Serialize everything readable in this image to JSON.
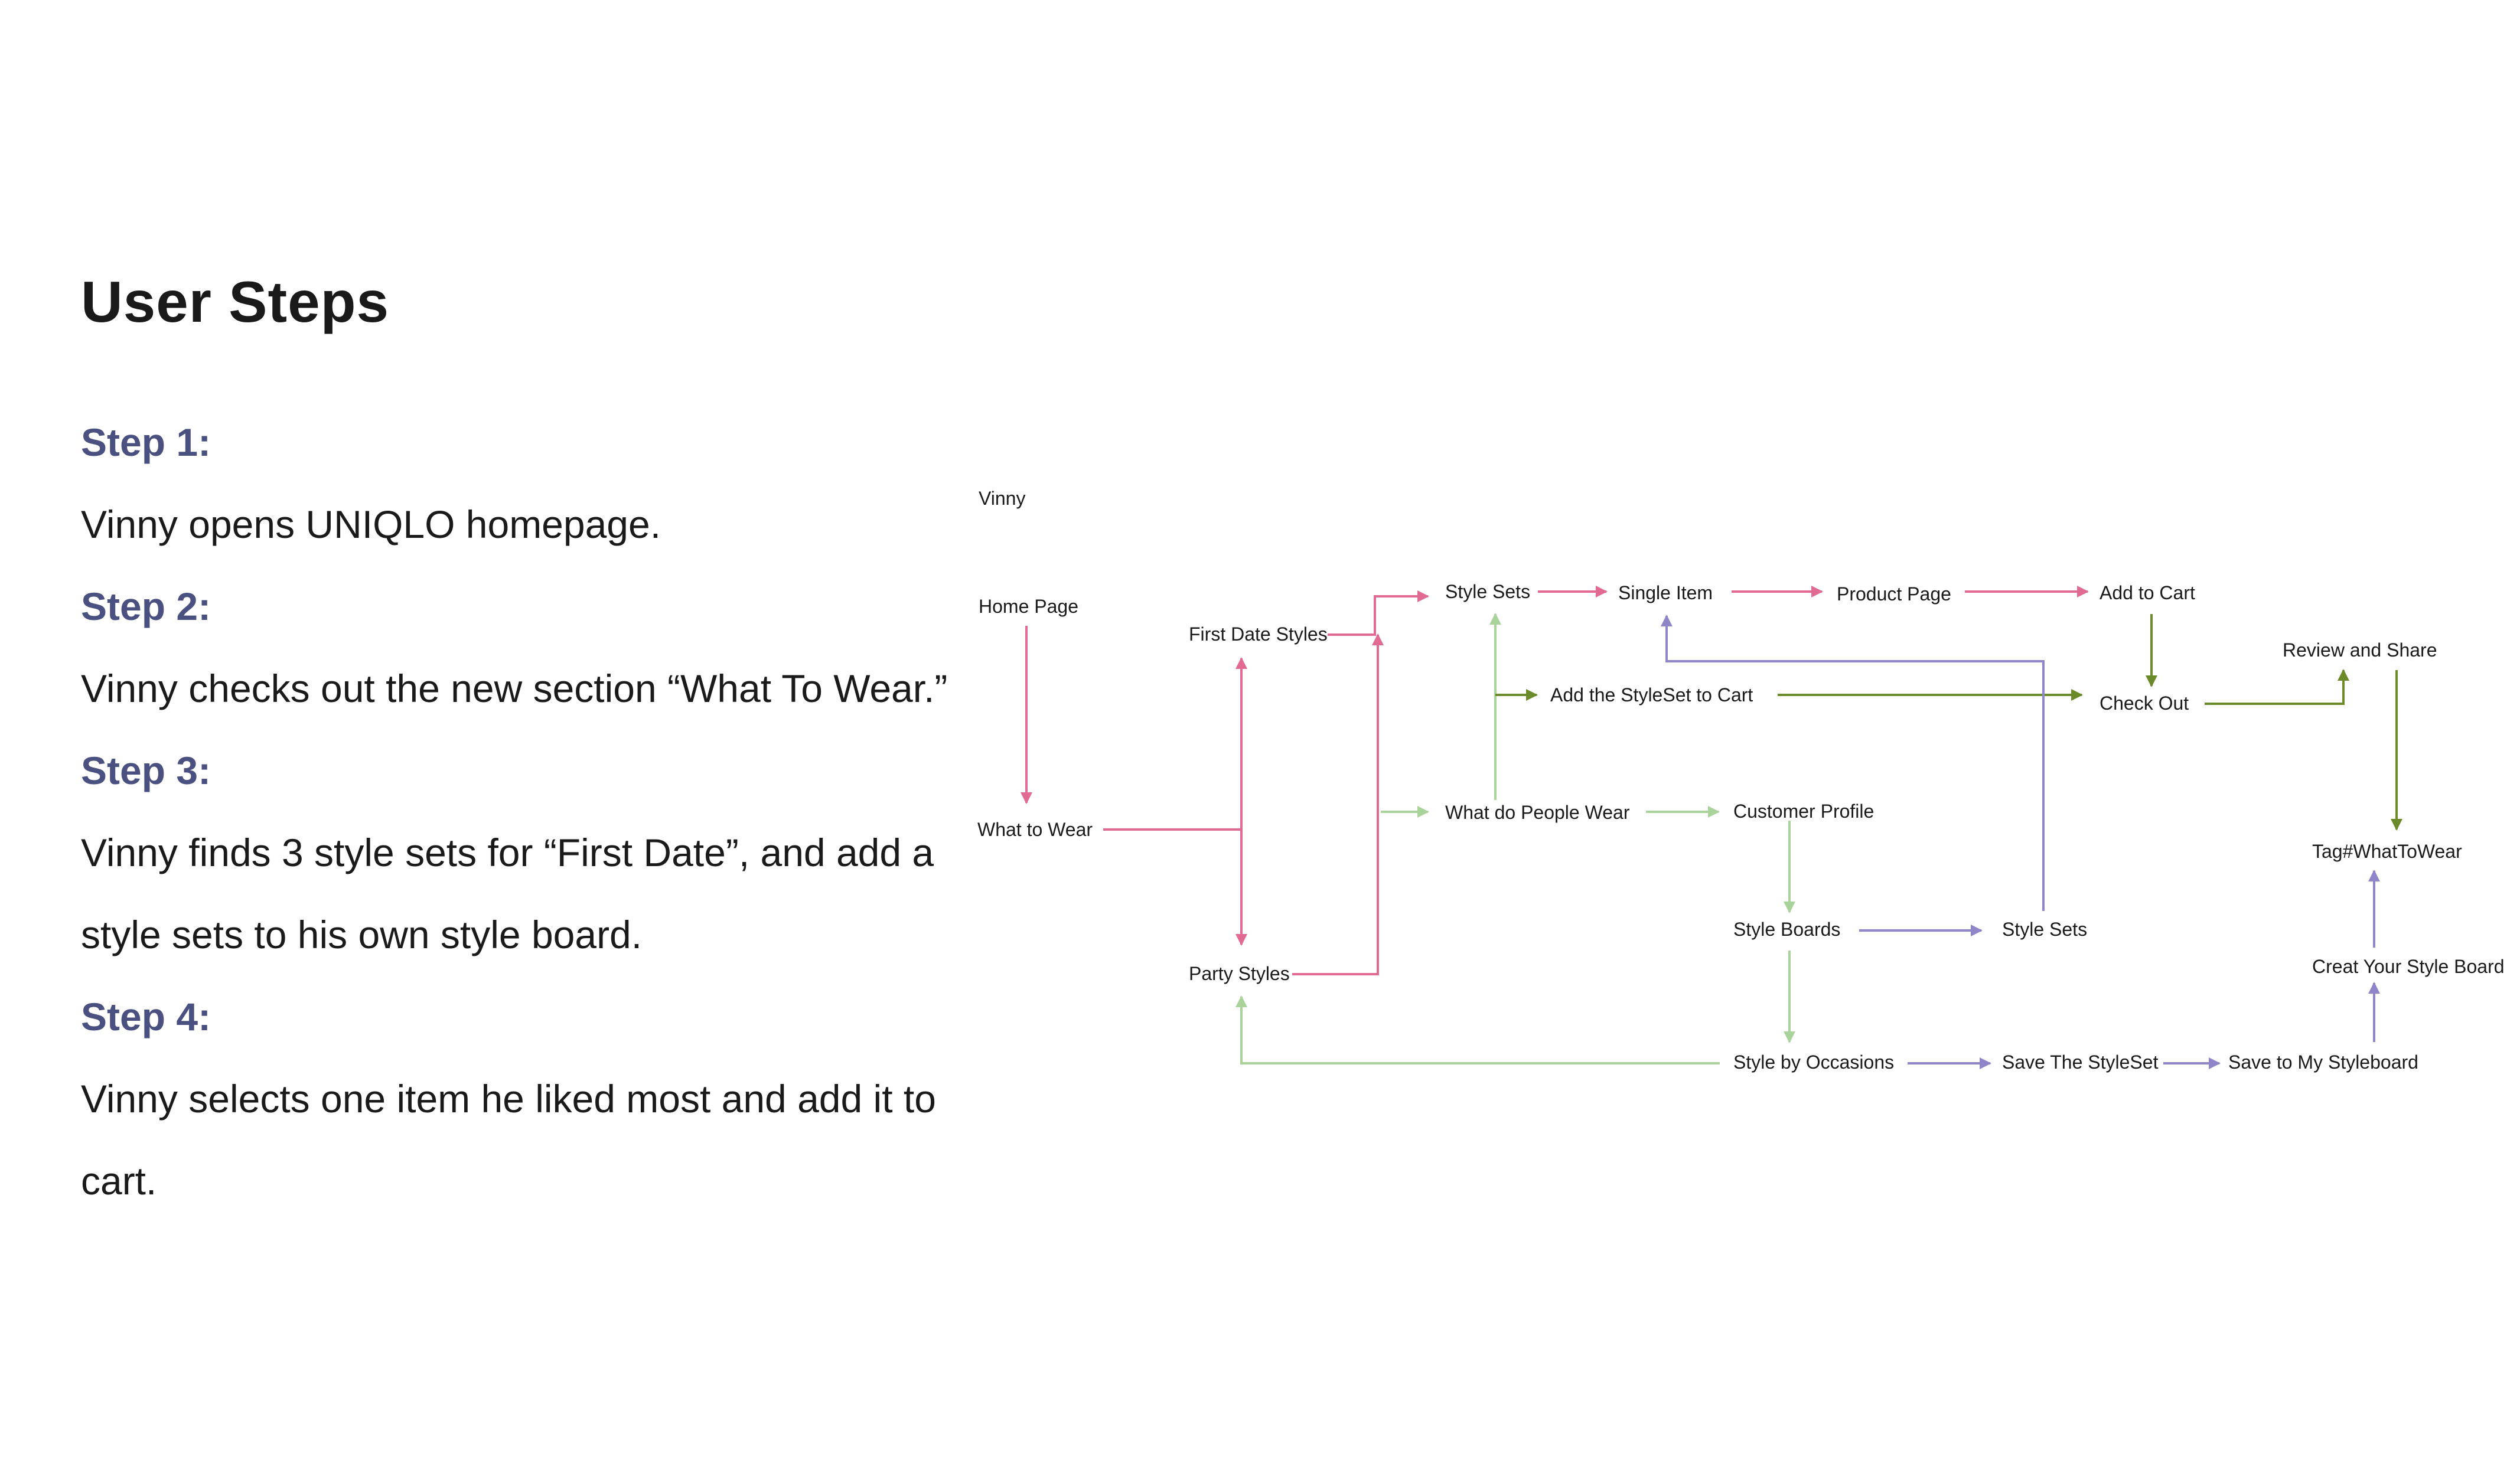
{
  "title": "User Steps",
  "steps": [
    {
      "heading": "Step 1:",
      "text": "Vinny opens UNIQLO homepage."
    },
    {
      "heading": "Step 2:",
      "text": "Vinny checks out the new section “What To Wear.”"
    },
    {
      "heading": "Step 3:",
      "text": "Vinny finds 3 style sets for “First Date”, and add a style sets to his own style board."
    },
    {
      "heading": "Step 4:",
      "text": "Vinny selects one item he liked most and add it to cart."
    }
  ],
  "flow": {
    "colors": {
      "pink": "#e06a92",
      "light_green": "#a9d39a",
      "olive": "#6b8a2a",
      "purple": "#8f86c9"
    },
    "nodes": {
      "vinny": "Vinny",
      "home_page": "Home Page",
      "what_to_wear": "What to Wear",
      "first_date_styles": "First Date Styles",
      "party_styles": "Party Styles",
      "style_sets_top": "Style Sets",
      "single_item": "Single Item",
      "product_page": "Product Page",
      "add_to_cart": "Add to Cart",
      "add_styleset_to_cart": "Add the StyleSet to Cart",
      "check_out": "Check Out",
      "review_and_share": "Review and Share",
      "what_do_people_wear": "What do People Wear",
      "customer_profile": "Customer Profile",
      "tag_what_to_wear": "Tag#WhatToWear",
      "style_boards": "Style Boards",
      "style_sets_mid": "Style Sets",
      "creat_your_style_board": "Creat Your Style Board",
      "style_by_occasions": "Style by Occasions",
      "save_the_styleset": "Save The StyleSet",
      "save_to_my_styleboard": "Save to My Styleboard"
    }
  }
}
